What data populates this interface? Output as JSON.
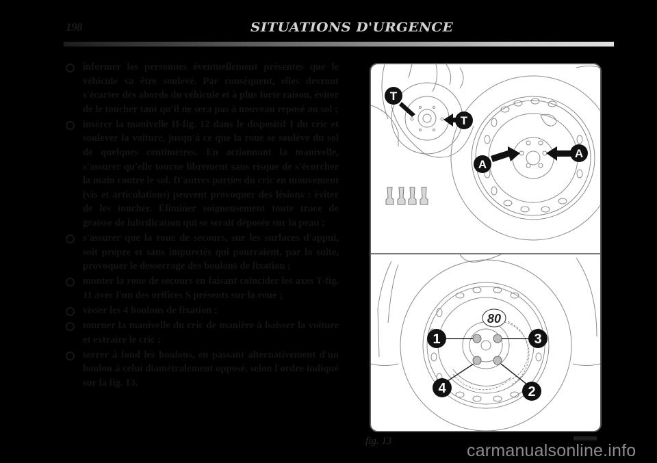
{
  "header": {
    "page_number": "198",
    "title": "SITUATIONS D'URGENCE"
  },
  "body": {
    "items": [
      {
        "text": "informer les personnes éventuellement présentes que le véhicule va être soulevé. Par conséquent, elles devront s'écarter des abords du véhicule et à plus forte raison, éviter de le toucher tant qu'il ne sera pas à nouveau reposé au sol ;"
      },
      {
        "text": "insérer la manivelle H-fig. 12 dans le dispositif I du cric et soulever la voiture, jusqu'à ce que la roue se soulève du sol de quelques centimètres. En actionnant la manivelle, s'assurer qu'elle tourne librement sans risque de s'écorcher la main contre le sol. D'autres parties du cric en mouvement (vis et articulations) peuvent provoquer des lésions : éviter de les toucher. Éliminer soigneusement toute trace de graisse de lubrification qui se serait déposée sur la peau ;"
      },
      {
        "text": "s'assurer que la roue de secours, sur les surfaces d'appui, soit propre et sans impuretés qui pourraient, par la suite, provoquer le desserrage des boulons de fixation ;"
      },
      {
        "text": "monter la roue de secours en faisant coïncider les axes T-fig. 11 avec l'un des orifices S présents sur la roue ;"
      },
      {
        "text": "visser les 4 boulons de fixation ;"
      },
      {
        "text": "tourner la manivelle du cric de manière à baisser la voiture et extraire le cric ;"
      },
      {
        "text": "serrer à fond les boulons, en passant alternativement d'un boulon à celui diamétralement opposé, selon l'ordre indiqué sur la fig. 13."
      }
    ]
  },
  "figure": {
    "caption": "fig. 13",
    "top_panel": {
      "labels": [
        "T",
        "T",
        "A",
        "A"
      ],
      "bolts_count": 4
    },
    "bottom_panel": {
      "torque_label": "80",
      "bolt_order": [
        "1",
        "2",
        "3",
        "4"
      ]
    }
  },
  "watermark": "carmanualsonline.info"
}
